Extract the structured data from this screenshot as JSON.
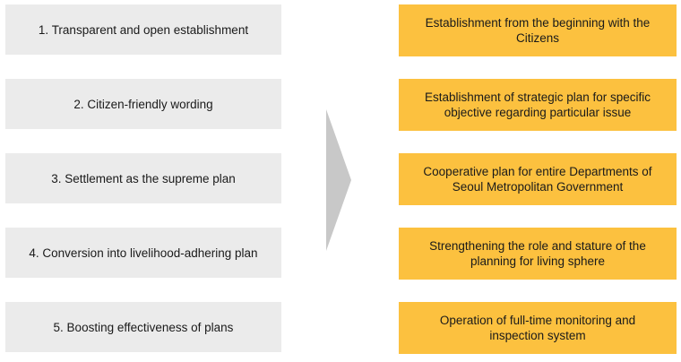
{
  "left_items": [
    "1. Transparent  and open establishment",
    "2. Citizen-friendly  wording",
    "3. Settlement  as the supreme  plan",
    "4. Conversion  into livelihood-adhering  plan",
    "5. Boosting effectiveness  of plans"
  ],
  "right_items": [
    "Establishment from the beginning with the Citizens",
    "Establishment of strategic plan for specific objective regarding particular  issue",
    "Cooperative plan for entire Departments  of Seoul Metropolitan Government",
    "Strengthening  the role and stature of the planning for living sphere",
    "Operation of full-time monitoring and inspection system"
  ],
  "colors": {
    "left_box": "#ebebeb",
    "right_box": "#fcc13f",
    "arrow": "#c8c8c8"
  }
}
